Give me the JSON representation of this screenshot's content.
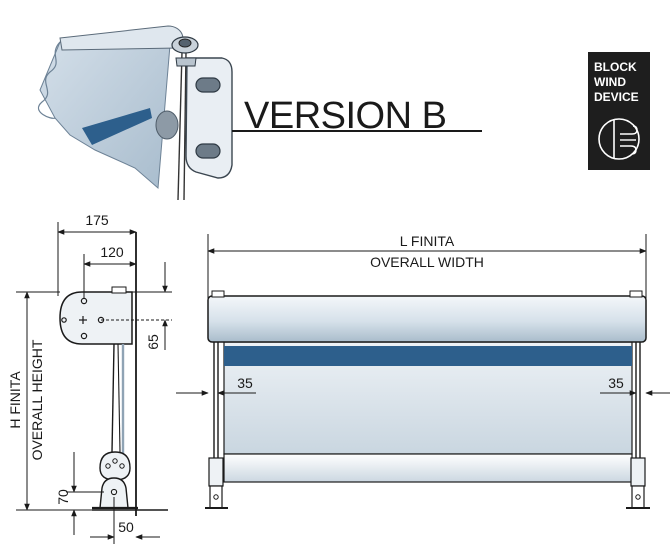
{
  "title": "VERSION B",
  "badge": {
    "line1": "BLOCK",
    "line2": "WIND",
    "line3": "DEVICE",
    "bg_color": "#1e1e1e",
    "icon": "wind-icon"
  },
  "side_view": {
    "width_total": "175",
    "width_inner": "120",
    "height_bracket": "65",
    "height_bottom": "70",
    "bottom_width": "50",
    "height_label_1": "H FINITA",
    "height_label_2": "OVERALL HEIGHT"
  },
  "front_view": {
    "width_label_1": "L FINITA",
    "width_label_2": "OVERALL WIDTH",
    "left_offset": "35",
    "right_offset": "35",
    "stripe_color": "#2d5f8c"
  }
}
